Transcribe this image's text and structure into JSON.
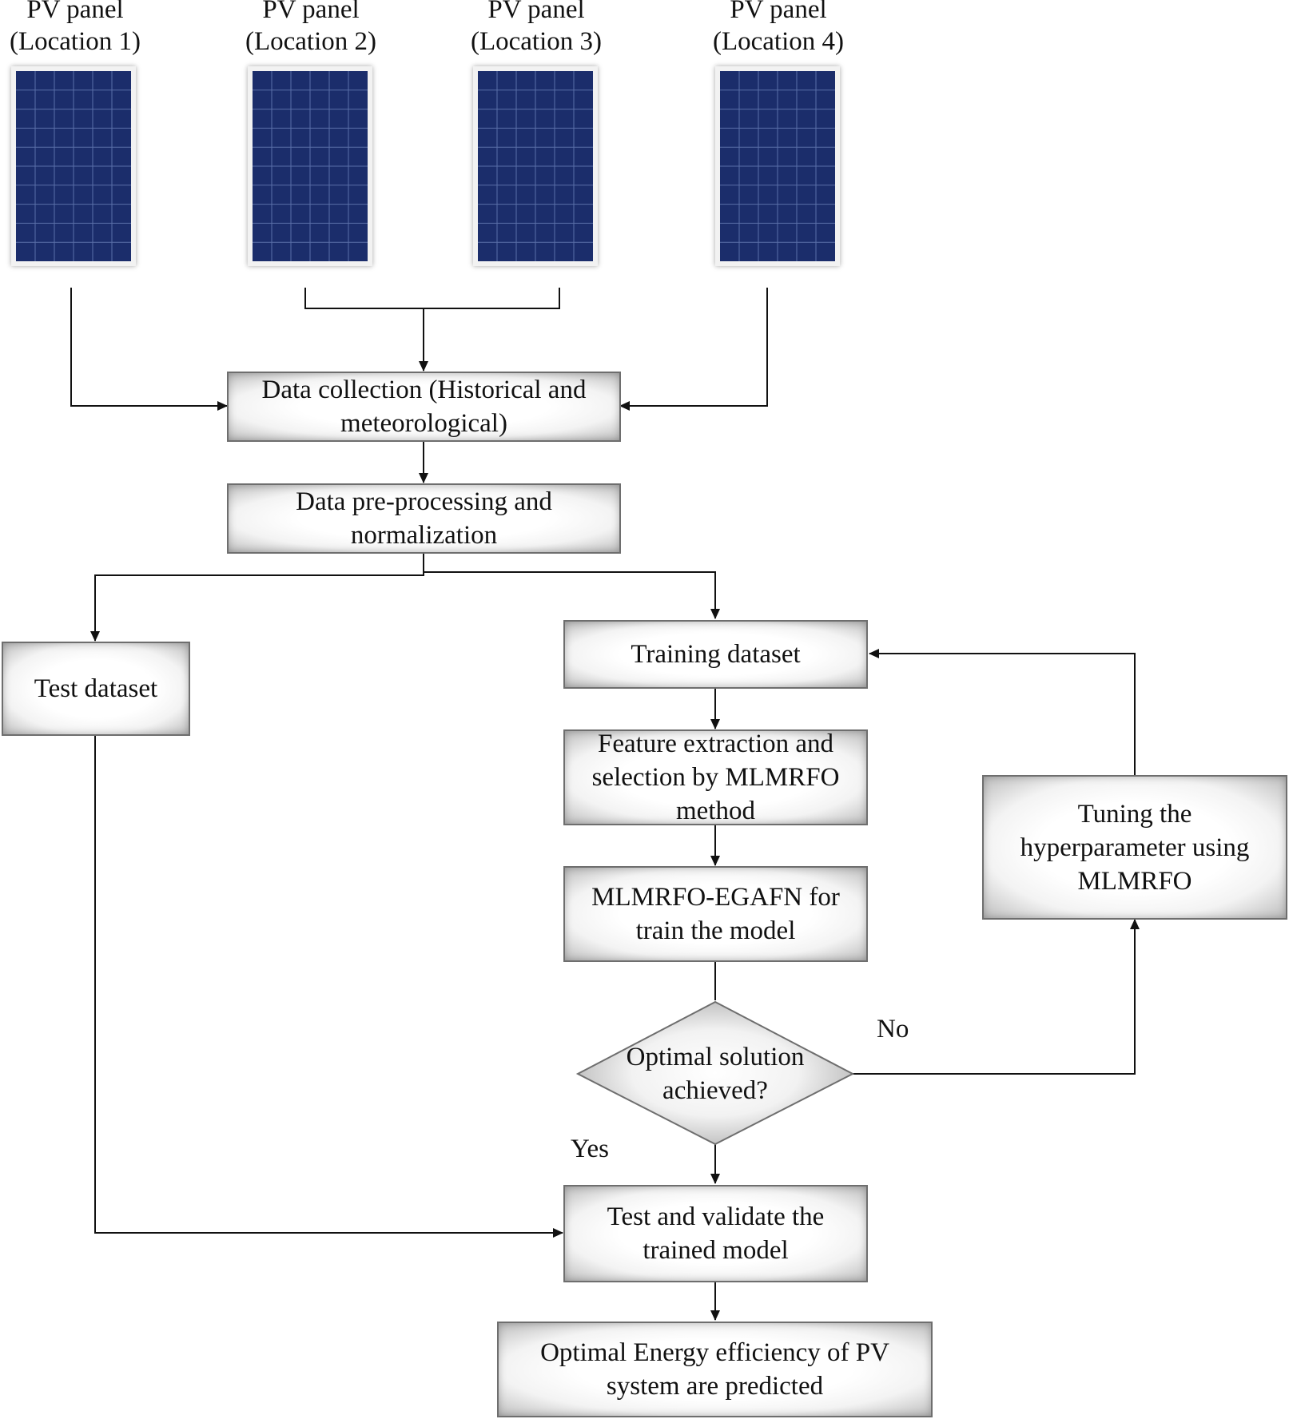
{
  "panels": [
    {
      "line1": "PV panel",
      "line2": "(Location 1)"
    },
    {
      "line1": "PV panel",
      "line2": "(Location 2)"
    },
    {
      "line1": "PV panel",
      "line2": "(Location 3)"
    },
    {
      "line1": "PV panel",
      "line2": "(Location 4)"
    }
  ],
  "nodes": {
    "data_collection": {
      "line1": "Data collection (Historical and",
      "line2": "meteorological)"
    },
    "preprocessing": {
      "line1": "Data pre-processing and",
      "line2": "normalization"
    },
    "test_dataset": {
      "line1": "Test dataset"
    },
    "training_dataset": {
      "line1": "Training dataset"
    },
    "feature_extraction": {
      "line1": "Feature extraction and",
      "line2": "selection by MLMRFO",
      "line3": "method"
    },
    "train_model": {
      "line1": "MLMRFO-EGAFN  for",
      "line2": "train the model"
    },
    "decision": {
      "line1": "Optimal solution",
      "line2": "achieved?"
    },
    "tuning": {
      "line1": "Tuning the",
      "line2": "hyperparameter using",
      "line3": "MLMRFO"
    },
    "validate": {
      "line1": "Test and validate the",
      "line2": "trained model"
    },
    "result": {
      "line1": "Optimal Energy efficiency of PV",
      "line2": "system are predicted"
    }
  },
  "edge_labels": {
    "no": "No",
    "yes": "Yes"
  },
  "colors": {
    "panel_cell": "#1b2d6b",
    "panel_grid": "#5a6fa8",
    "box_border": "#6e6e6e",
    "line": "#111111"
  }
}
